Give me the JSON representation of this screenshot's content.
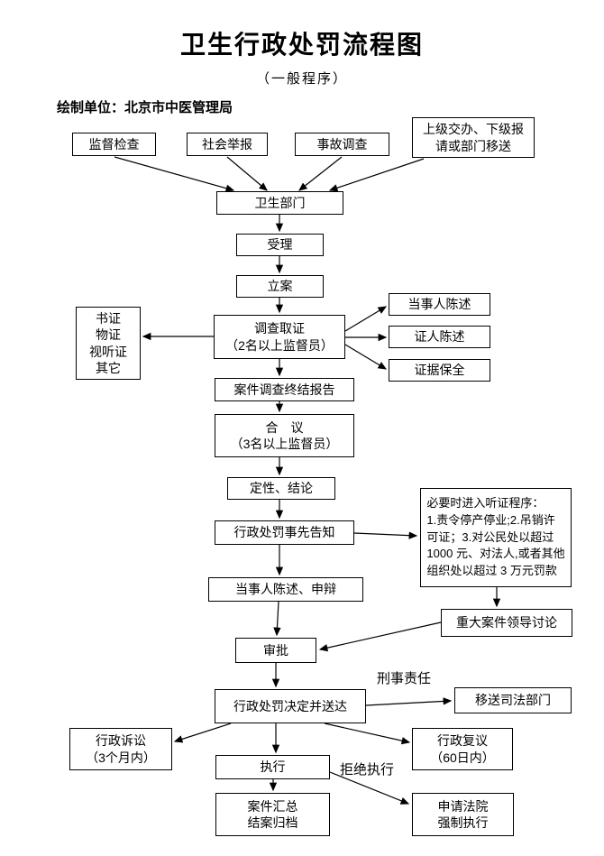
{
  "title": "卫生行政处罚流程图",
  "subtitle": "（一般程序）",
  "credit": "绘制单位：北京市中医管理局",
  "nodes": {
    "supervision": "监督检查",
    "social_report": "社会举报",
    "accident": "事故调查",
    "superior": "上级交办、下级报\n请或部门移送",
    "health_dept": "卫生部门",
    "accept": "受理",
    "filing": "立案",
    "investigation": "调查取证\n（2名以上监督员）",
    "evidence_types": "书证\n物证\n视听证\n其它",
    "party_statement": "当事人陈述",
    "witness_statement": "证人陈述",
    "evidence_preservation": "证据保全",
    "final_report": "案件调查终结报告",
    "deliberation": "合　议\n（3名以上监督员）",
    "conclusion": "定性、结论",
    "prior_notice": "行政处罚事先告知",
    "hearing": "必要时进入听证程序：\n1.责令停产停业;2.吊销许\n可证；3.对公民处以超过\n1000 元、对法人,或者其他\n组织处以超过 3 万元罚款",
    "statement_defense": "当事人陈述、申辩",
    "major_case": "重大案件领导讨论",
    "approval": "审批",
    "decision": "行政处罚决定并送达",
    "judicial_transfer": "移送司法部门",
    "litigation": "行政诉讼\n（3个月内）",
    "reconsideration": "行政复议\n（60日内）",
    "execution": "执行",
    "archive": "案件汇总\n结案归档",
    "court_enforcement": "申请法院\n强制执行"
  },
  "labels": {
    "criminal": "刑事责任",
    "refuse": "拒绝执行"
  }
}
